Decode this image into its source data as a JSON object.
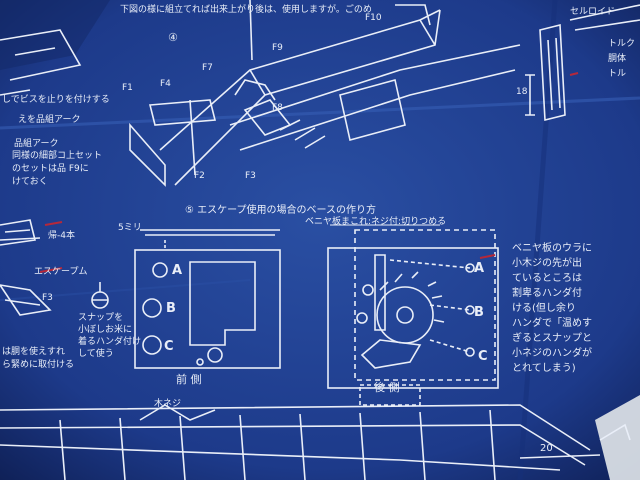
{
  "photo": {
    "paper_color": "#1d3a8a",
    "ink_color": "#e9eef8",
    "marker_color": "#b5283a"
  },
  "labels": {
    "top_note": "下図の様に組立てれば出来上がり後は、使用しますが。ごのめ",
    "circled_number": "④",
    "f10": "F10",
    "f9": "F9",
    "f7": "F7",
    "f4": "F4",
    "f1": "F1",
    "f2": "F2",
    "f3_top": "F3",
    "f3_left": "F3",
    "f8": "F8",
    "left_note_1": "しでビスを止りを付けする",
    "left_note_2": "えを品組アーク",
    "left_note_3": "品組アーク",
    "left_note_4": "同様の細部コ上セット",
    "left_note_5": "のセットは品 F9に",
    "left_note_6": "けておく",
    "left_note_7": "帰-4本",
    "left_note_8": "エスケープム",
    "left_note_9": "は胴を使えすれ",
    "left_note_10": "ら緊めに取付ける",
    "escapement_title": "⑤ エスケープ使用の場合のベースの作り方",
    "plywood_note": "ベニヤ板まこれ:ネジ付:切りつめる",
    "dim_5": "5ミリ",
    "point_a": "A",
    "point_b": "B",
    "point_c": "C",
    "point_a2": "A",
    "point_b2": "B",
    "point_c2": "C",
    "snap_note_1": "スナップを",
    "snap_note_2": "小ぼしお米に",
    "snap_note_3": "着るハンダ付け",
    "snap_note_4": "して使う",
    "front_side": "前 側",
    "rear_side": "後 側",
    "right_note_1": "ベニヤ板のウラに",
    "right_note_2": "小木ジの先が出",
    "right_note_3": "ているところは",
    "right_note_4": "割卑るハンダ付",
    "right_note_5": "ける(但し余り",
    "right_note_6": "ハンダで「温めす",
    "right_note_7": "ぎるとスナップと",
    "right_note_8": "小ネジのハンダが",
    "right_note_9": "とれてしまう)",
    "top_right_1": "セルロイド",
    "top_right_2": "トルク",
    "top_right_3": "胴体",
    "top_right_4": "トル",
    "dim_18": "18",
    "small_screw": "木ネジ",
    "dim_20": "20"
  }
}
